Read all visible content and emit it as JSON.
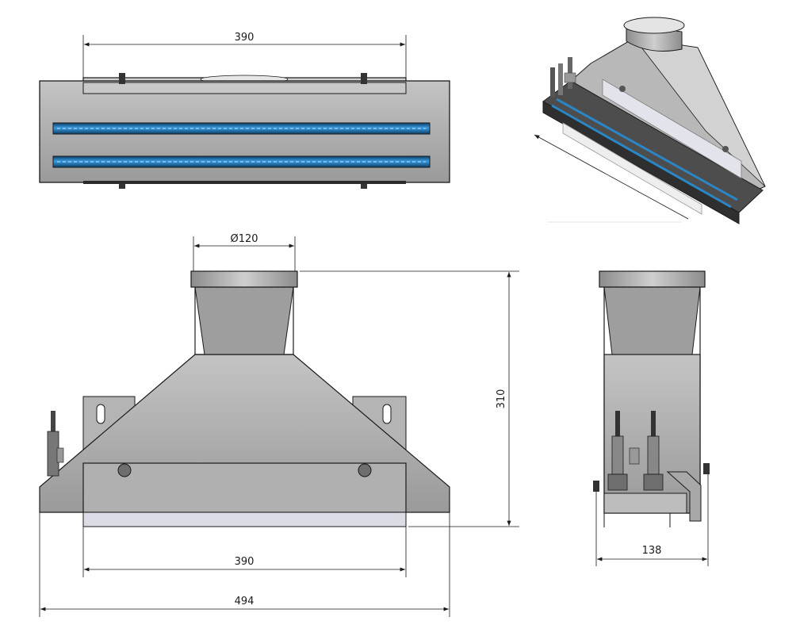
{
  "dimensions": {
    "top_width": "390",
    "inlet_diameter": "Ø120",
    "height": "310",
    "front_width": "390",
    "overall_width": "494",
    "side_depth": "138"
  },
  "colors": {
    "metal": "#a3a3a3",
    "metal_light": "#c7c7c7",
    "metal_dark": "#6e6e6e",
    "outline": "#1a1a1a",
    "uv_lamp": "#2b86c5",
    "uv_lamp_dark": "#0d3f66",
    "glass": "#e4e4ee"
  }
}
